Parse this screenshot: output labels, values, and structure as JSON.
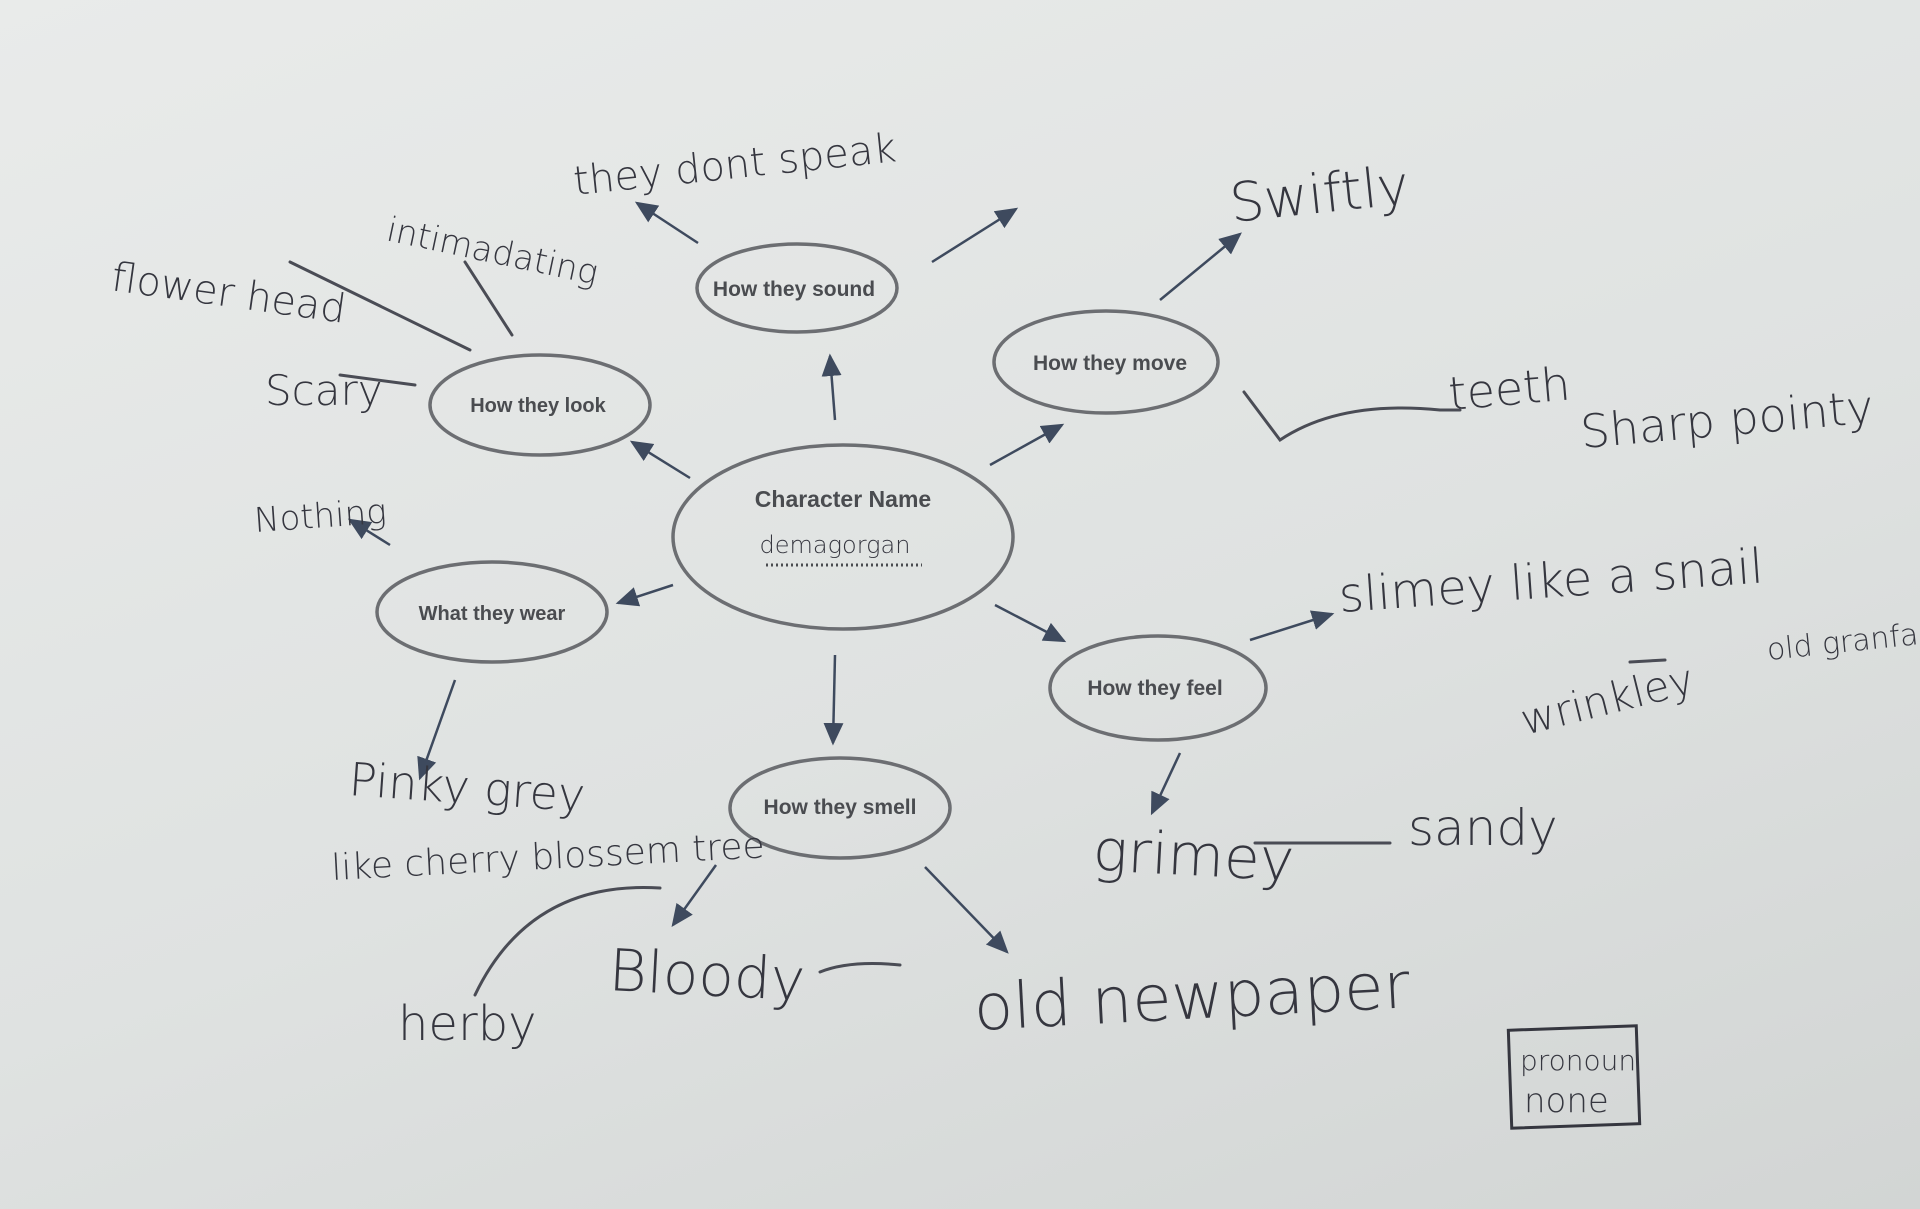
{
  "center": {
    "heading": "Character Name",
    "name": "demagorgan"
  },
  "categories": {
    "sound": "How they sound",
    "move": "How they move",
    "look": "How they look",
    "wear": "What they wear",
    "feel": "How they feel",
    "smell": "How they smell"
  },
  "notes": {
    "sound": [
      "they dont speak"
    ],
    "move": [
      "Swiftly",
      "teeth",
      "Sharp pointy"
    ],
    "look": [
      "flower head",
      "intimadating",
      "Scary"
    ],
    "wear": [
      "Nothing",
      "Pinky grey",
      "like cherry blossem tree"
    ],
    "feel": [
      "slimey like a snail",
      "wrinkley",
      "old granfa",
      "grimey",
      "sandy"
    ],
    "smell": [
      "Bloody",
      "herby",
      "old newpaper"
    ],
    "box": [
      "pronoun",
      "none"
    ]
  },
  "colors": {
    "paper": "#e4e6e5",
    "print": "#4a4c50",
    "ink": "#35363f",
    "arrow": "#3e4a5e"
  }
}
